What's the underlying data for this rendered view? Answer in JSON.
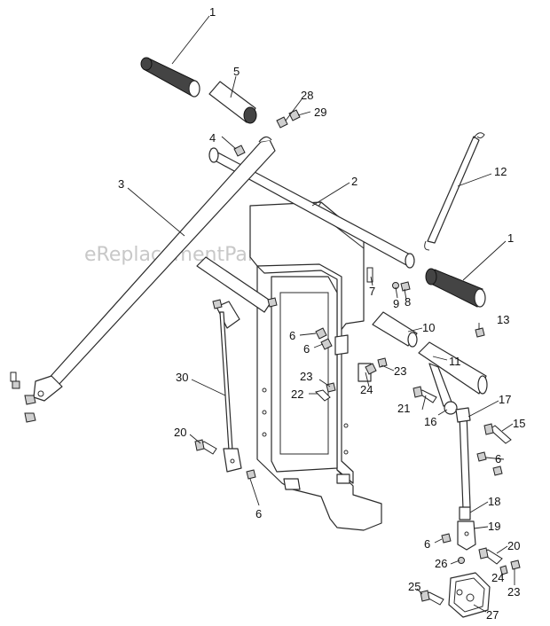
{
  "watermark": "eReplacementParts.com",
  "callouts": [
    {
      "id": "c1a",
      "label": "1"
    },
    {
      "id": "c5",
      "label": "5"
    },
    {
      "id": "c28",
      "label": "28"
    },
    {
      "id": "c29",
      "label": "29"
    },
    {
      "id": "c4",
      "label": "4"
    },
    {
      "id": "c3",
      "label": "3"
    },
    {
      "id": "c2",
      "label": "2"
    },
    {
      "id": "c12",
      "label": "12"
    },
    {
      "id": "c1b",
      "label": "1"
    },
    {
      "id": "c7",
      "label": "7"
    },
    {
      "id": "c9",
      "label": "9"
    },
    {
      "id": "c8",
      "label": "8"
    },
    {
      "id": "c13",
      "label": "13"
    },
    {
      "id": "c10",
      "label": "10"
    },
    {
      "id": "c6a",
      "label": "6"
    },
    {
      "id": "c6b",
      "label": "6"
    },
    {
      "id": "c11",
      "label": "11"
    },
    {
      "id": "c23a",
      "label": "23"
    },
    {
      "id": "c23b",
      "label": "23"
    },
    {
      "id": "c24a",
      "label": "24"
    },
    {
      "id": "c22",
      "label": "22"
    },
    {
      "id": "c30",
      "label": "30"
    },
    {
      "id": "c21",
      "label": "21"
    },
    {
      "id": "c16",
      "label": "16"
    },
    {
      "id": "c17",
      "label": "17"
    },
    {
      "id": "c15",
      "label": "15"
    },
    {
      "id": "c20a",
      "label": "20"
    },
    {
      "id": "c6c",
      "label": "6"
    },
    {
      "id": "c6d",
      "label": "6"
    },
    {
      "id": "c18",
      "label": "18"
    },
    {
      "id": "c19",
      "label": "19"
    },
    {
      "id": "c6e",
      "label": "6"
    },
    {
      "id": "c20b",
      "label": "20"
    },
    {
      "id": "c26",
      "label": "26"
    },
    {
      "id": "c24b",
      "label": "24"
    },
    {
      "id": "c23c",
      "label": "23"
    },
    {
      "id": "c25",
      "label": "25"
    },
    {
      "id": "c27",
      "label": "27"
    }
  ]
}
